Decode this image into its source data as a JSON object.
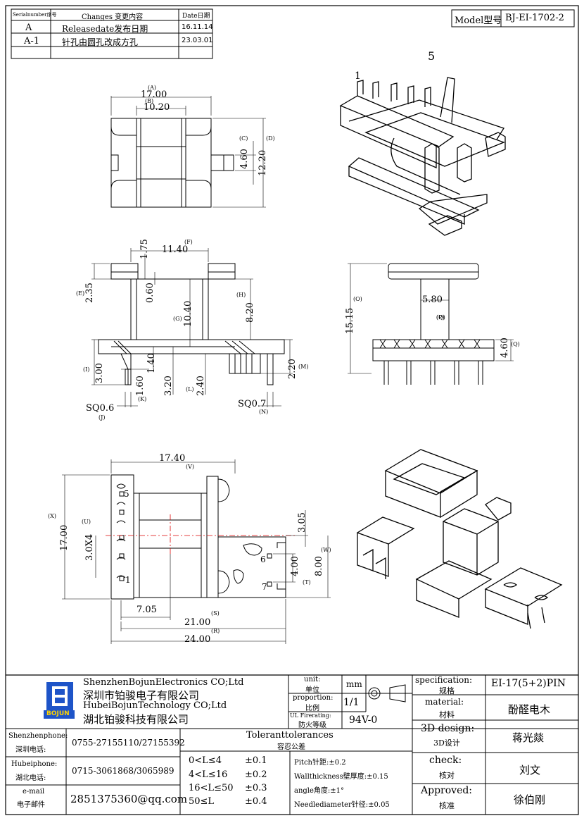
{
  "revision_table": {
    "headers": [
      "Serialnumber序号",
      "Changes  变更内容",
      "Date日期"
    ],
    "rows": [
      {
        "serial": "A",
        "change": "Releasedate发布日期",
        "date": "16.11.14"
      },
      {
        "serial": "A-1",
        "change": "针孔由圆孔改成方孔",
        "date": "23.03.01"
      }
    ]
  },
  "model": {
    "label": "Model型号",
    "value": "BJ-EI-1702-2"
  },
  "dimensions": {
    "top_view": {
      "A": "17.00",
      "A_tag": "(A)",
      "B": "10.20",
      "B_tag": "(B)",
      "C": "4.60",
      "C_tag": "(C)",
      "D": "12.20",
      "D_tag": "(D)"
    },
    "front_view": {
      "F": "11.40",
      "F_tag": "(F)",
      "v175": "1.75",
      "E": "2.35",
      "E_tag": "(E)",
      "v060": "0.60",
      "G": "10.40",
      "G_tag": "(G)",
      "H": "8.20",
      "H_tag": "(H)",
      "v140": "1.40",
      "I": "3.00",
      "I_tag": "(I)",
      "K": "1.60",
      "K_tag": "(K)",
      "v320": "3.20",
      "L": "2.40",
      "L_tag": "(L)",
      "M": "2.20",
      "M_tag": "(M)",
      "J": "SQ0.6",
      "J_tag": "(J)",
      "N": "SQ0.7",
      "N_tag": "(N)"
    },
    "side_view": {
      "O": "15.15",
      "O_tag": "(O)",
      "P": "5.80",
      "P_tag": "(P)",
      "Q": "4.60",
      "Q_tag": "(Q)"
    },
    "bottom_view": {
      "V": "17.40",
      "V_tag": "(V)",
      "X": "17.00",
      "X_tag": "(X)",
      "U": "3.0X4",
      "U_tag": "(U)",
      "v305": "3.05",
      "W": "8.00",
      "W_tag": "(W)",
      "T": "4.00",
      "T_tag": "(T)",
      "v705": "7.05",
      "S": "21.00",
      "S_tag": "(S)",
      "R": "24.00",
      "R_tag": "(R)"
    }
  },
  "pin_labels": {
    "p1": "1",
    "p5": "5",
    "b1": "1",
    "b5": "5",
    "b6": "6",
    "b7": "7"
  },
  "company": {
    "logo_text": "BOJUN",
    "name_en_1": "ShenzhenBojunElectronics CO;Ltd",
    "name_cn_1": "深圳市铂骏电子有限公司",
    "name_en_2": "HubeiBojunTechnology CO;Ltd",
    "name_cn_2": "湖北铂骏科技有限公司"
  },
  "titleblock": {
    "unit_label": "unit:",
    "unit_label_cn": "单位",
    "unit_value": "mm",
    "proportion_label": "proportion:",
    "proportion_label_cn": "比例",
    "proportion_value": "1/1",
    "ul_label": "UL Firerating:",
    "ul_label_cn": "防火等级",
    "ul_value": "94V-0",
    "spec_label": "specification:",
    "spec_label_cn": "规格",
    "spec_value": "EI-17(5+2)PIN",
    "material_label": "material:",
    "material_label_cn": "材料",
    "material_value": "酚醛电木",
    "design_label": "3D design:",
    "design_label_cn": "3D设计",
    "design_value": "蒋光燚",
    "check_label": "check:",
    "check_label_cn": "核对",
    "check_value": "刘文",
    "approved_label": "Approved:",
    "approved_label_cn": "核准",
    "approved_value": "徐伯刚"
  },
  "contacts": {
    "sz_label": "Shenzhenphone:",
    "sz_label_cn": "深圳电话:",
    "sz_value": "0755-27155110/27155392",
    "hb_label": "Hubeiphone:",
    "hb_label_cn": "湖北电话:",
    "hb_value": "0715-3061868/3065989",
    "mail_label": "e-mail",
    "mail_label_cn": "电子邮件",
    "mail_value": "2851375360@qq.com"
  },
  "tolerances": {
    "title": "Toleranttolerances",
    "title_cn": "容忍公差",
    "rows": [
      {
        "range": "0<L≤4",
        "tol": "±0.1"
      },
      {
        "range": "4<L≤16",
        "tol": "±0.2"
      },
      {
        "range": "16<L≤50",
        "tol": "±0.3"
      },
      {
        "range": "50≤L",
        "tol": "±0.4"
      }
    ],
    "notes": [
      "Pitch针距:±0.2",
      "Wallthickness壁厚度:±0.15",
      "angle角度:±1°",
      "Needlediameter针径:±0.05"
    ]
  }
}
